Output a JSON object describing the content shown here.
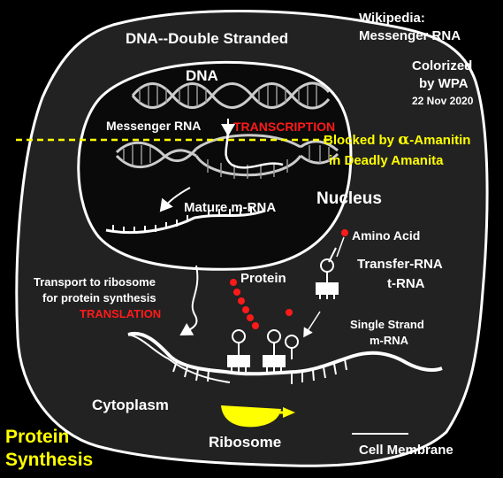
{
  "source": {
    "line1": "Wikipedia:",
    "line2": "Messenger RNA",
    "line3": "Colorized",
    "line4": "by WPA",
    "date": "22 Nov 2020"
  },
  "title": {
    "line1": "Protein",
    "line2": "Synthesis"
  },
  "labels": {
    "dna_double_stranded": "DNA--Double Stranded",
    "dna": "DNA",
    "messenger_rna": "Messenger RNA",
    "transcription": "TRANSCRIPTION",
    "blocked_line1_a": "Blocked by ",
    "blocked_alpha": "α",
    "blocked_line1_b": "-Amanitin",
    "blocked_line2": "in Deadly Amanita",
    "mature_mrna": "Mature m-RNA",
    "nucleus": "Nucleus",
    "amino_acid": "Amino Acid",
    "transfer_rna": "Transfer-RNA",
    "trna": "t-RNA",
    "protein": "Protein",
    "transport_line1": "Transport to ribosome",
    "transport_line2": "for protein synthesis",
    "translation": "TRANSLATION",
    "single_strand_line1": "Single Strand",
    "single_strand_line2": "m-RNA",
    "cytoplasm": "Cytoplasm",
    "ribosome": "Ribosome",
    "cell_membrane": "Cell Membrane"
  },
  "colors": {
    "background": "#000000",
    "cell": "#202020",
    "outline": "#ffffff",
    "highlight_red": "#ff1a1a",
    "highlight_yellow": "#ffff00"
  }
}
